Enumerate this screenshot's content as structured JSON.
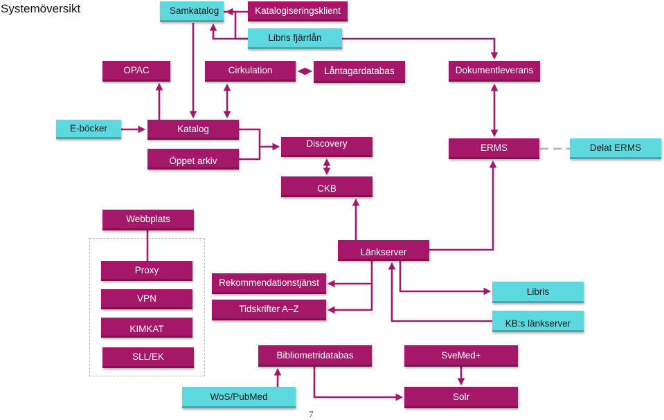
{
  "title": "Systemöversikt",
  "page_number": "7",
  "colors": {
    "magenta": "#a51869",
    "cyan": "#5dd8de",
    "connector": "#a51869",
    "dashed_link": "#b8b8b8",
    "group_border": "#b8b8b8"
  },
  "nodes": {
    "samkatalog": "Samkatalog",
    "katalogiseringsklient": "Katalogiseringsklient",
    "libris_fjarrlan": "Libris fjärrlån",
    "opac": "OPAC",
    "cirkulation": "Cirkulation",
    "lantagardatabas": "Låntagardatabas",
    "dokumentleverans": "Dokumentleverans",
    "e_bocker": "E-böcker",
    "katalog": "Katalog",
    "oppet_arkiv": "Öppet arkiv",
    "discovery": "Discovery",
    "erms": "ERMS",
    "delat_erms": "Delat ERMS",
    "ckb": "CKB",
    "webbplats": "Webbplats",
    "lankserver": "Länkserver",
    "proxy": "Proxy",
    "vpn": "VPN",
    "kimkat": "KIMKAT",
    "sll_ek": "SLL/EK",
    "rekommendationstjanst": "Rekommendationstjänst",
    "tidskrifter": "Tidskrifter A–Z",
    "libris": "Libris",
    "kbs_lankserver": "KB:s länkserver",
    "bibliometridatabas": "Bibliometridatabas",
    "svemed": "SveMed+",
    "wos_pubmed": "WoS/PubMed",
    "solr": "Solr"
  }
}
